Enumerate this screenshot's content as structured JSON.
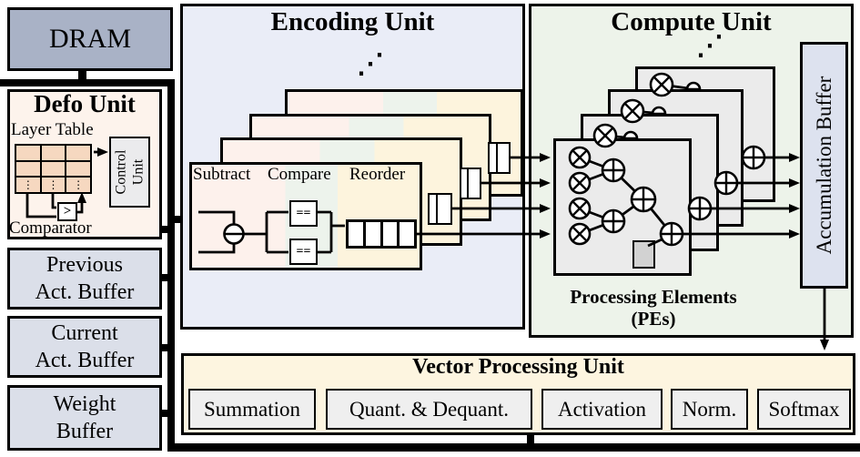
{
  "dram": {
    "label": "DRAM"
  },
  "defo_unit": {
    "title": "Defo Unit",
    "layer_table_label": "Layer Table",
    "vdots": "⋮",
    "control_unit": {
      "line1": "Control",
      "line2": "Unit"
    },
    "comparator_symbol": ">",
    "comparator_label": "Comparator"
  },
  "buffers": {
    "previous": {
      "line1": "Previous",
      "line2": "Act. Buffer"
    },
    "current": {
      "line1": "Current",
      "line2": "Act. Buffer"
    },
    "weight": {
      "line1": "Weight",
      "line2": "Buffer"
    }
  },
  "encoding_unit": {
    "title": "Encoding Unit",
    "dots": "⋰",
    "stages": [
      "Subtract",
      "Compare",
      "Reorder"
    ],
    "compare_symbol": "=="
  },
  "compute_unit": {
    "title": "Compute Unit",
    "dots": "⋰",
    "pe_label_line1": "Processing Elements",
    "pe_label_line2": "(PEs)",
    "accumulation_buffer_label": "Accumulation Buffer"
  },
  "vpu": {
    "title": "Vector Processing Unit",
    "modules": [
      "Summation",
      "Quant. & Dequant.",
      "Activation",
      "Norm.",
      "Softmax"
    ]
  },
  "colors": {
    "dram_fill": "#a9b2c6",
    "buffer_fill": "#dbdfe9",
    "defo_fill": "#fdf3ec",
    "layer_table_cell": "#f6d8c0",
    "control_unit_fill": "#ebebed",
    "encoding_panel_fill": "#eaedf7",
    "card_band_pink": "#fdf1ec",
    "card_band_green": "#edf3ec",
    "card_band_cream": "#fdf4dd",
    "compute_panel_fill": "#edf3ea",
    "pe_card_fill": "#ebebeb",
    "pe_register_fill": "#d2d2d2",
    "accumulation_buffer_fill": "#dde2ef",
    "vpu_fill": "#fdf5e0",
    "vpu_module_fill": "#efefef",
    "line_color": "#000000"
  }
}
